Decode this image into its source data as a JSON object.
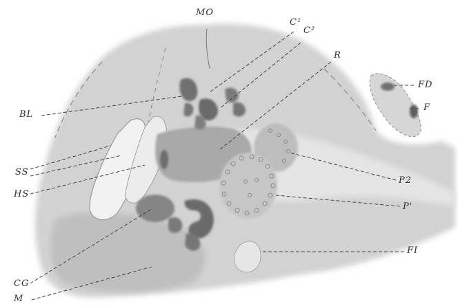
{
  "figure": {
    "labels": {
      "MO": "MO",
      "C1": "C¹",
      "C2": "C²",
      "R": "R",
      "FD": "FD",
      "F": "F",
      "BL": "BL",
      "SS": "SS",
      "HS": "HS",
      "P2": "P2",
      "P1": "P'",
      "CG": "CG",
      "FI": "FI",
      "M": "M"
    }
  }
}
